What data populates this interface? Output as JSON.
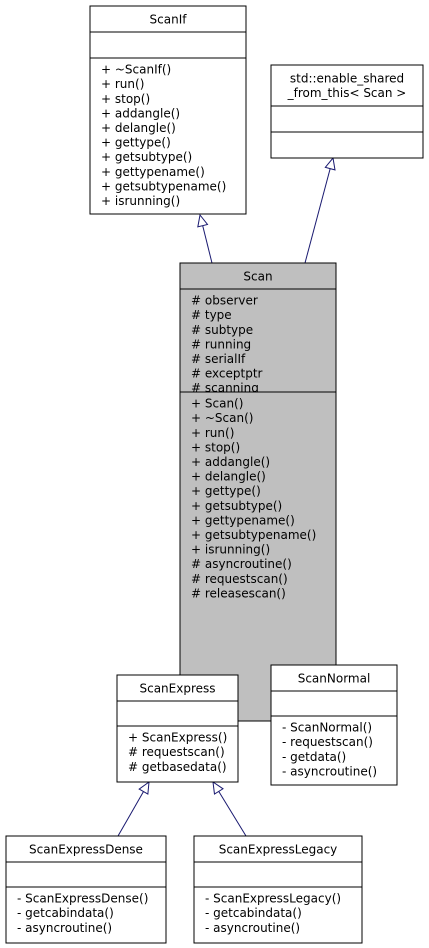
{
  "diagram": {
    "classes": {
      "scanif": {
        "title": [
          "ScanIf"
        ],
        "attributes": [],
        "methods": [
          "+ ~ScanIf()",
          "+ run()",
          "+ stop()",
          "+ addangle()",
          "+ delangle()",
          "+ gettype()",
          "+ getsubtype()",
          "+ gettypename()",
          "+ getsubtypename()",
          "+ isrunning()"
        ]
      },
      "enable_shared": {
        "title": [
          "std::enable_shared",
          "_from_this< Scan >"
        ],
        "attributes": [],
        "methods": []
      },
      "scan": {
        "title": [
          "Scan"
        ],
        "attributes": [
          "# observer",
          "# type",
          "# subtype",
          "# running",
          "# serialIf",
          "# exceptptr",
          "# scanning"
        ],
        "methods": [
          "+ Scan()",
          "+ ~Scan()",
          "+ run()",
          "+ stop()",
          "+ addangle()",
          "+ delangle()",
          "+ gettype()",
          "+ getsubtype()",
          "+ gettypename()",
          "+ getsubtypename()",
          "+ isrunning()",
          "# asyncroutine()",
          "# requestscan()",
          "# releasescan()"
        ]
      },
      "scanexpress": {
        "title": [
          "ScanExpress"
        ],
        "attributes": [],
        "methods": [
          "+ ScanExpress()",
          "# requestscan()",
          "# getbasedata()"
        ]
      },
      "scannormal": {
        "title": [
          "ScanNormal"
        ],
        "attributes": [],
        "methods": [
          "- ScanNormal()",
          "- requestscan()",
          "- getdata()",
          "- asyncroutine()"
        ]
      },
      "scanexpressdense": {
        "title": [
          "ScanExpressDense"
        ],
        "attributes": [],
        "methods": [
          "- ScanExpressDense()",
          "- getcabindata()",
          "- asyncroutine()"
        ]
      },
      "scanexpresslegacy": {
        "title": [
          "ScanExpressLegacy"
        ],
        "attributes": [],
        "methods": [
          "- ScanExpressLegacy()",
          "- getcabindata()",
          "- asyncroutine()"
        ]
      }
    },
    "relations": [
      {
        "from": "scan",
        "to": "scanif",
        "type": "inheritance"
      },
      {
        "from": "scan",
        "to": "enable_shared",
        "type": "inheritance"
      },
      {
        "from": "scanexpress",
        "to": "scan",
        "type": "inheritance"
      },
      {
        "from": "scannormal",
        "to": "scan",
        "type": "inheritance"
      },
      {
        "from": "scanexpressdense",
        "to": "scanexpress",
        "type": "inheritance"
      },
      {
        "from": "scanexpresslegacy",
        "to": "scanexpress",
        "type": "inheritance"
      }
    ],
    "colors": {
      "edge": "#191970",
      "highlight_fill": "#bfbfbf",
      "box_fill": "#ffffff",
      "border": "#000000"
    }
  }
}
